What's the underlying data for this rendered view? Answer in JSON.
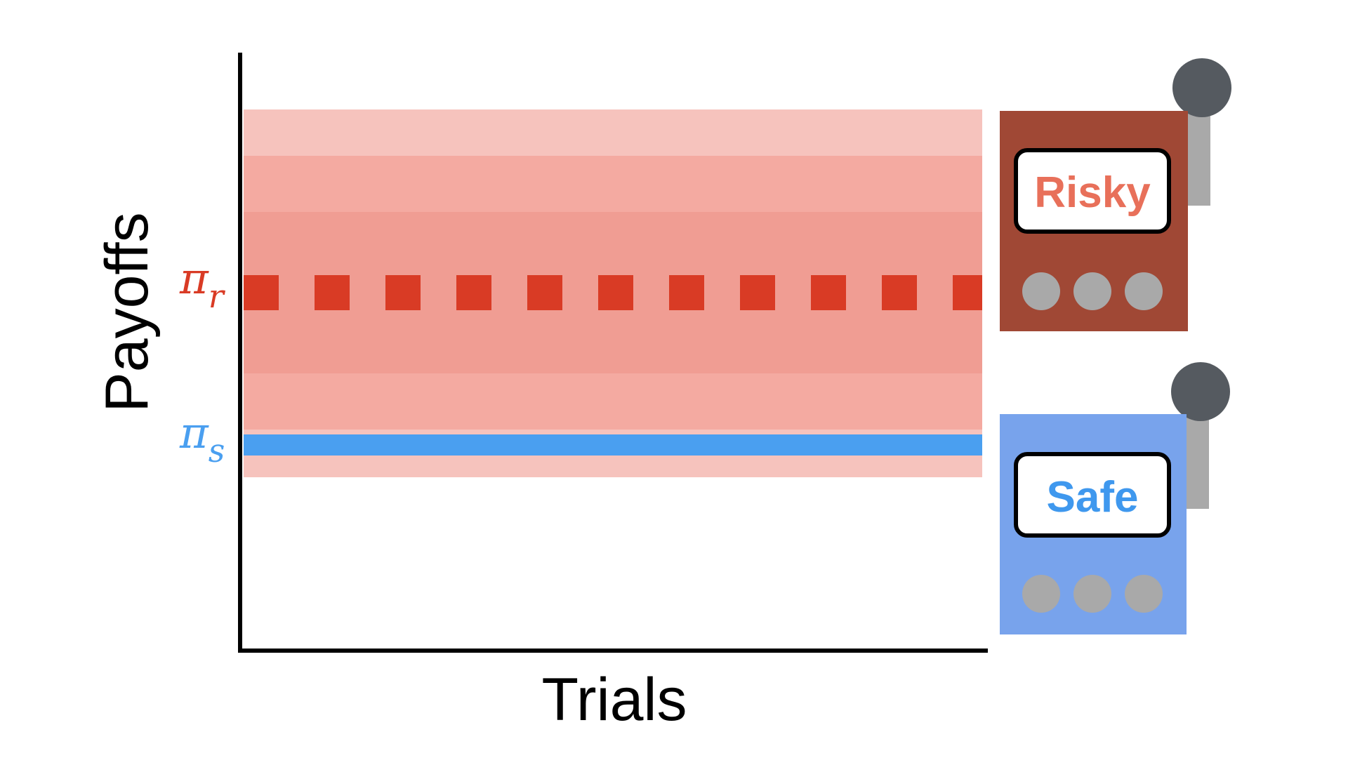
{
  "axes": {
    "x_label": "Trials",
    "y_label": "Payoffs"
  },
  "lines": {
    "risky": {
      "symbol": "π",
      "subscript": "r",
      "style": "dotted",
      "color": "#d93b25"
    },
    "safe": {
      "symbol": "π",
      "subscript": "s",
      "style": "solid",
      "color": "#4a9ff0"
    }
  },
  "bands": {
    "outer_color": "#f6c3bd",
    "middle_color": "#f4aaa1",
    "inner_color": "#f09d93"
  },
  "machines": {
    "risky": {
      "label": "Risky",
      "body_color": "#a04835",
      "label_color": "#e8705a",
      "lever_icon": "slot-lever-icon",
      "buttons": 3
    },
    "safe": {
      "label": "Safe",
      "body_color": "#78a3ec",
      "label_color": "#3f98ee",
      "lever_icon": "slot-lever-icon",
      "buttons": 3
    }
  }
}
